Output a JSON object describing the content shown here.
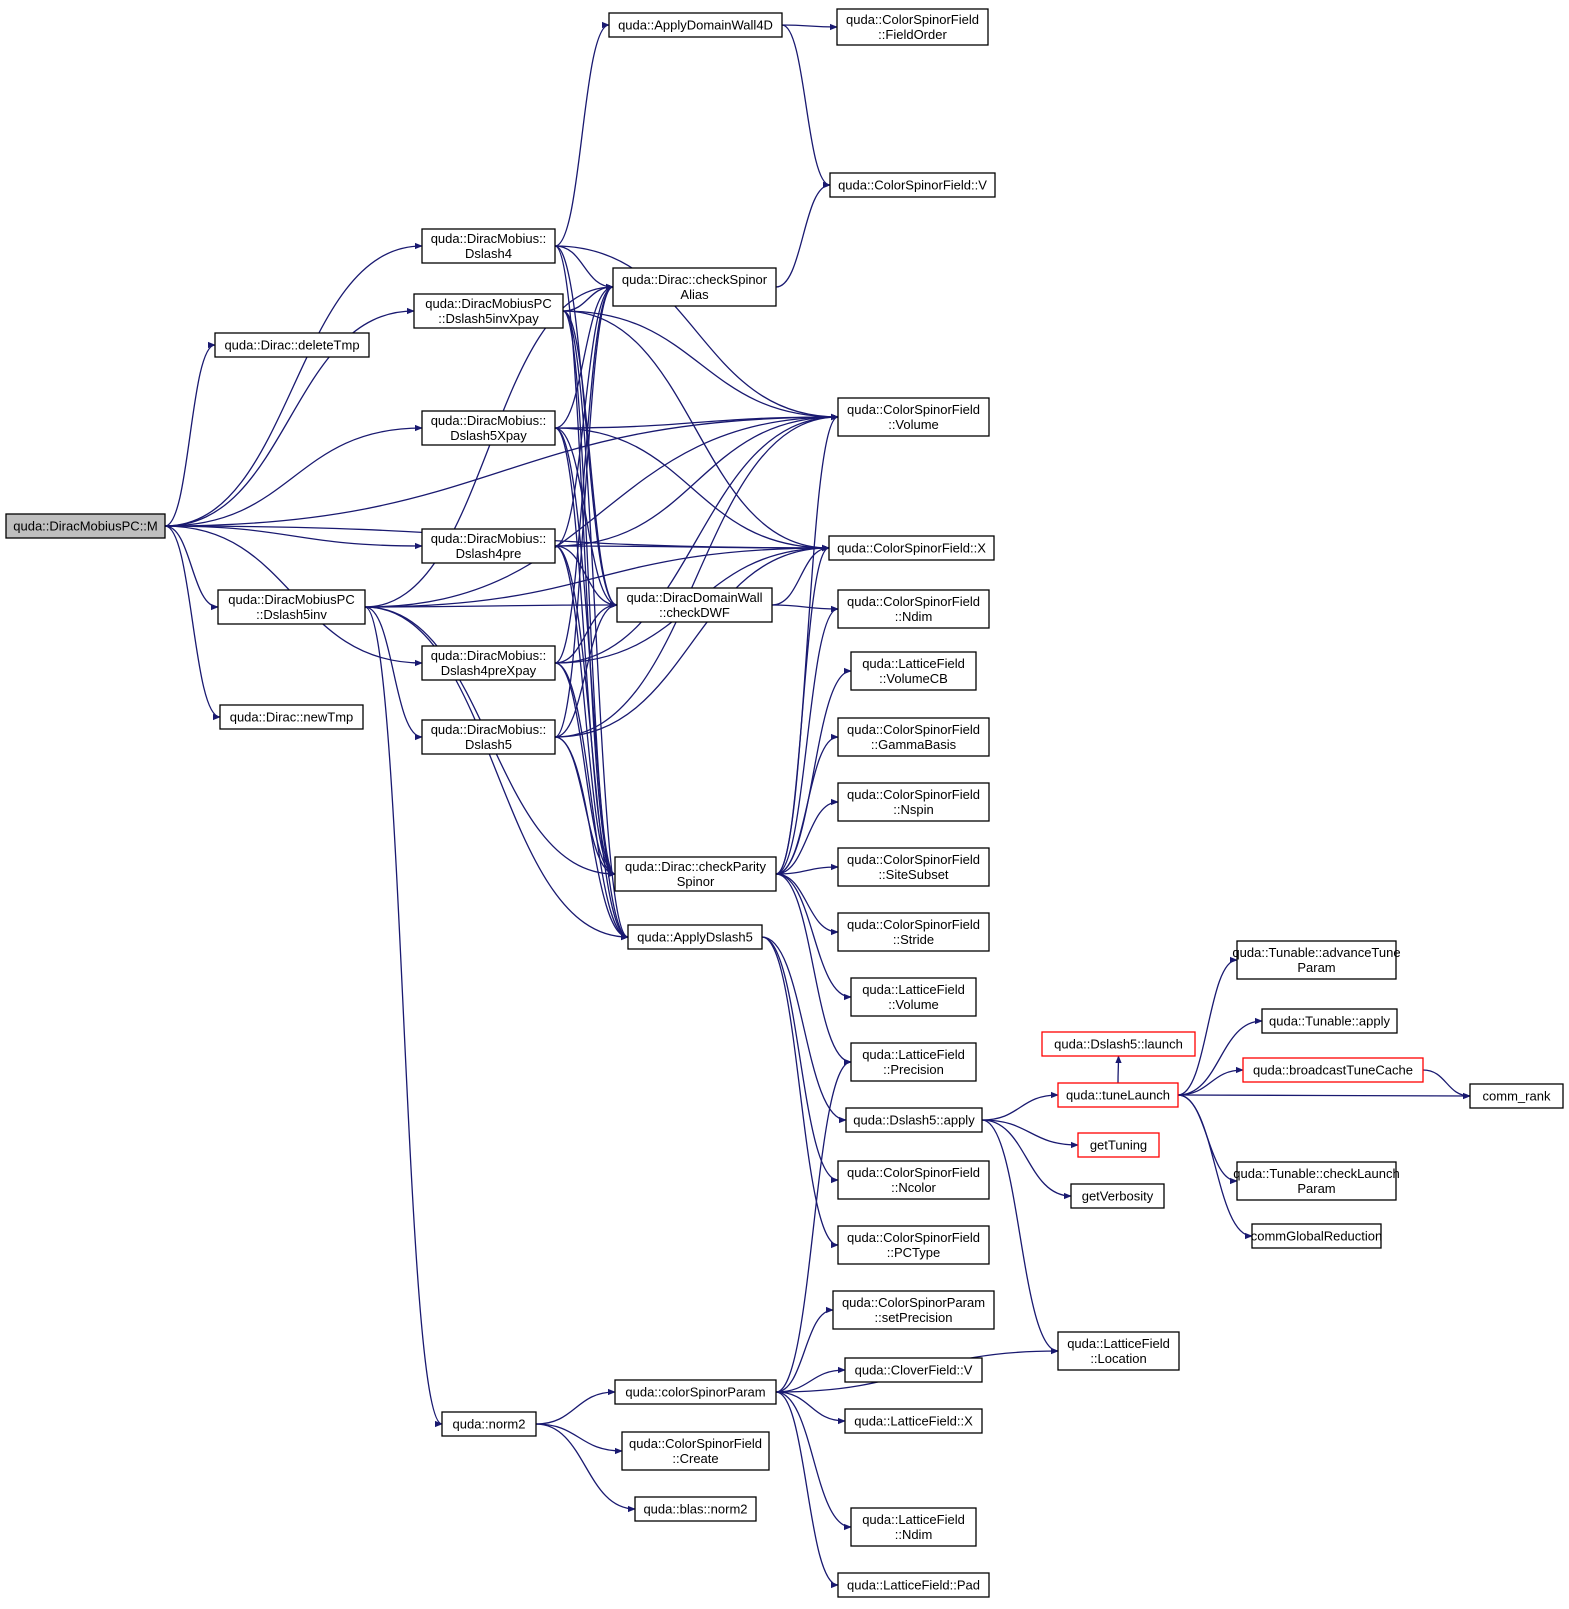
{
  "graph": {
    "colors": {
      "edge": "#191970",
      "root_fill": "#bfbfbf",
      "truncated_border": "#ff0000",
      "node_border": "#000000"
    },
    "nodes": [
      {
        "id": "M",
        "lines": [
          "quda::DiracMobiusPC::M"
        ],
        "kind": "root"
      },
      {
        "id": "deleteTmp",
        "lines": [
          "quda::Dirac::deleteTmp"
        ]
      },
      {
        "id": "newTmp",
        "lines": [
          "quda::Dirac::newTmp"
        ]
      },
      {
        "id": "Dslash4",
        "lines": [
          "quda::DiracMobius::",
          "Dslash4"
        ]
      },
      {
        "id": "Dslash5invXpay",
        "lines": [
          "quda::DiracMobiusPC",
          "::Dslash5invXpay"
        ]
      },
      {
        "id": "Dslash5Xpay",
        "lines": [
          "quda::DiracMobius::",
          "Dslash5Xpay"
        ]
      },
      {
        "id": "Dslash4pre",
        "lines": [
          "quda::DiracMobius::",
          "Dslash4pre"
        ]
      },
      {
        "id": "Dslash5inv",
        "lines": [
          "quda::DiracMobiusPC",
          "::Dslash5inv"
        ]
      },
      {
        "id": "Dslash4preXpay",
        "lines": [
          "quda::DiracMobius::",
          "Dslash4preXpay"
        ]
      },
      {
        "id": "Dslash5",
        "lines": [
          "quda::DiracMobius::",
          "Dslash5"
        ]
      },
      {
        "id": "ApplyDW4D",
        "lines": [
          "quda::ApplyDomainWall4D"
        ]
      },
      {
        "id": "checkSpinorAlias",
        "lines": [
          "quda::Dirac::checkSpinor",
          "Alias"
        ]
      },
      {
        "id": "checkDWF",
        "lines": [
          "quda::DiracDomainWall",
          "::checkDWF"
        ]
      },
      {
        "id": "checkParitySpinor",
        "lines": [
          "quda::Dirac::checkParity",
          "Spinor"
        ]
      },
      {
        "id": "ApplyDslash5",
        "lines": [
          "quda::ApplyDslash5"
        ]
      },
      {
        "id": "norm2",
        "lines": [
          "quda::norm2"
        ]
      },
      {
        "id": "csParam",
        "lines": [
          "quda::colorSpinorParam"
        ]
      },
      {
        "id": "csfCreate",
        "lines": [
          "quda::ColorSpinorField",
          "::Create"
        ]
      },
      {
        "id": "blasNorm2",
        "lines": [
          "quda::blas::norm2"
        ]
      },
      {
        "id": "FieldOrder",
        "lines": [
          "quda::ColorSpinorField",
          "::FieldOrder"
        ]
      },
      {
        "id": "csfV",
        "lines": [
          "quda::ColorSpinorField::V"
        ]
      },
      {
        "id": "csfVolume",
        "lines": [
          "quda::ColorSpinorField",
          "::Volume"
        ]
      },
      {
        "id": "csfX",
        "lines": [
          "quda::ColorSpinorField::X"
        ]
      },
      {
        "id": "csfNdim",
        "lines": [
          "quda::ColorSpinorField",
          "::Ndim"
        ]
      },
      {
        "id": "lfVolumeCB",
        "lines": [
          "quda::LatticeField",
          "::VolumeCB"
        ]
      },
      {
        "id": "GammaBasis",
        "lines": [
          "quda::ColorSpinorField",
          "::GammaBasis"
        ]
      },
      {
        "id": "Nspin",
        "lines": [
          "quda::ColorSpinorField",
          "::Nspin"
        ]
      },
      {
        "id": "SiteSubset",
        "lines": [
          "quda::ColorSpinorField",
          "::SiteSubset"
        ]
      },
      {
        "id": "Stride",
        "lines": [
          "quda::ColorSpinorField",
          "::Stride"
        ]
      },
      {
        "id": "lfVolume",
        "lines": [
          "quda::LatticeField",
          "::Volume"
        ]
      },
      {
        "id": "lfPrecision",
        "lines": [
          "quda::LatticeField",
          "::Precision"
        ]
      },
      {
        "id": "d5apply",
        "lines": [
          "quda::Dslash5::apply"
        ]
      },
      {
        "id": "Ncolor",
        "lines": [
          "quda::ColorSpinorField",
          "::Ncolor"
        ]
      },
      {
        "id": "PCType",
        "lines": [
          "quda::ColorSpinorField",
          "::PCType"
        ]
      },
      {
        "id": "setPrecision",
        "lines": [
          "quda::ColorSpinorParam",
          "::setPrecision"
        ]
      },
      {
        "id": "cloverV",
        "lines": [
          "quda::CloverField::V"
        ]
      },
      {
        "id": "lfX",
        "lines": [
          "quda::LatticeField::X"
        ]
      },
      {
        "id": "lfNdim",
        "lines": [
          "quda::LatticeField",
          "::Ndim"
        ]
      },
      {
        "id": "lfPad",
        "lines": [
          "quda::LatticeField::Pad"
        ]
      },
      {
        "id": "d5launch",
        "lines": [
          "quda::Dslash5::launch"
        ],
        "kind": "trunc"
      },
      {
        "id": "tuneLaunch",
        "lines": [
          "quda::tuneLaunch"
        ],
        "kind": "trunc"
      },
      {
        "id": "getTuning",
        "lines": [
          "getTuning"
        ],
        "kind": "trunc"
      },
      {
        "id": "getVerbosity",
        "lines": [
          "getVerbosity"
        ]
      },
      {
        "id": "lfLocation",
        "lines": [
          "quda::LatticeField",
          "::Location"
        ]
      },
      {
        "id": "advanceTune",
        "lines": [
          "quda::Tunable::advanceTune",
          "Param"
        ]
      },
      {
        "id": "tunableApply",
        "lines": [
          "quda::Tunable::apply"
        ]
      },
      {
        "id": "broadcastTune",
        "lines": [
          "quda::broadcastTuneCache"
        ],
        "kind": "trunc"
      },
      {
        "id": "commRank",
        "lines": [
          "comm_rank"
        ]
      },
      {
        "id": "checkLaunch",
        "lines": [
          "quda::Tunable::checkLaunch",
          "Param"
        ]
      },
      {
        "id": "commGlobal",
        "lines": [
          "commGlobalReduction"
        ]
      }
    ],
    "edges": [
      [
        "M",
        "deleteTmp"
      ],
      [
        "M",
        "newTmp"
      ],
      [
        "M",
        "Dslash4"
      ],
      [
        "M",
        "Dslash5invXpay"
      ],
      [
        "M",
        "Dslash5Xpay"
      ],
      [
        "M",
        "Dslash4pre"
      ],
      [
        "M",
        "Dslash5inv"
      ],
      [
        "M",
        "Dslash4preXpay"
      ],
      [
        "M",
        "csfVolume"
      ],
      [
        "M",
        "csfX"
      ],
      [
        "Dslash4",
        "ApplyDW4D"
      ],
      [
        "Dslash4",
        "checkSpinorAlias"
      ],
      [
        "Dslash4",
        "checkDWF"
      ],
      [
        "Dslash4",
        "checkParitySpinor"
      ],
      [
        "Dslash4",
        "csfVolume"
      ],
      [
        "ApplyDW4D",
        "FieldOrder"
      ],
      [
        "ApplyDW4D",
        "csfV"
      ],
      [
        "checkSpinorAlias",
        "csfV"
      ],
      [
        "Dslash5invXpay",
        "checkSpinorAlias"
      ],
      [
        "Dslash5invXpay",
        "checkDWF"
      ],
      [
        "Dslash5invXpay",
        "checkParitySpinor"
      ],
      [
        "Dslash5invXpay",
        "ApplyDslash5"
      ],
      [
        "Dslash5invXpay",
        "csfX"
      ],
      [
        "Dslash5invXpay",
        "csfVolume"
      ],
      [
        "Dslash5Xpay",
        "checkSpinorAlias"
      ],
      [
        "Dslash5Xpay",
        "checkDWF"
      ],
      [
        "Dslash5Xpay",
        "checkParitySpinor"
      ],
      [
        "Dslash5Xpay",
        "ApplyDslash5"
      ],
      [
        "Dslash5Xpay",
        "csfVolume"
      ],
      [
        "Dslash5Xpay",
        "csfX"
      ],
      [
        "Dslash4pre",
        "checkDWF"
      ],
      [
        "Dslash4pre",
        "checkParitySpinor"
      ],
      [
        "Dslash4pre",
        "ApplyDslash5"
      ],
      [
        "Dslash4pre",
        "csfX"
      ],
      [
        "Dslash4pre",
        "csfVolume"
      ],
      [
        "Dslash4pre",
        "checkSpinorAlias"
      ],
      [
        "Dslash5inv",
        "checkDWF"
      ],
      [
        "Dslash5inv",
        "checkParitySpinor"
      ],
      [
        "Dslash5inv",
        "ApplyDslash5"
      ],
      [
        "Dslash5inv",
        "norm2"
      ],
      [
        "Dslash5inv",
        "Dslash5"
      ],
      [
        "Dslash5inv",
        "checkSpinorAlias"
      ],
      [
        "Dslash5inv",
        "csfVolume"
      ],
      [
        "Dslash5inv",
        "csfX"
      ],
      [
        "Dslash4preXpay",
        "checkDWF"
      ],
      [
        "Dslash4preXpay",
        "checkParitySpinor"
      ],
      [
        "Dslash4preXpay",
        "ApplyDslash5"
      ],
      [
        "Dslash4preXpay",
        "csfX"
      ],
      [
        "Dslash4preXpay",
        "csfVolume"
      ],
      [
        "Dslash4preXpay",
        "checkSpinorAlias"
      ],
      [
        "Dslash5",
        "checkDWF"
      ],
      [
        "Dslash5",
        "checkParitySpinor"
      ],
      [
        "Dslash5",
        "ApplyDslash5"
      ],
      [
        "Dslash5",
        "csfX"
      ],
      [
        "Dslash5",
        "csfVolume"
      ],
      [
        "Dslash5",
        "checkSpinorAlias"
      ],
      [
        "checkDWF",
        "csfX"
      ],
      [
        "checkDWF",
        "csfNdim"
      ],
      [
        "checkParitySpinor",
        "csfVolume"
      ],
      [
        "checkParitySpinor",
        "csfX"
      ],
      [
        "checkParitySpinor",
        "csfNdim"
      ],
      [
        "checkParitySpinor",
        "lfVolumeCB"
      ],
      [
        "checkParitySpinor",
        "GammaBasis"
      ],
      [
        "checkParitySpinor",
        "Nspin"
      ],
      [
        "checkParitySpinor",
        "SiteSubset"
      ],
      [
        "checkParitySpinor",
        "Stride"
      ],
      [
        "checkParitySpinor",
        "lfVolume"
      ],
      [
        "checkParitySpinor",
        "lfPrecision"
      ],
      [
        "ApplyDslash5",
        "d5apply"
      ],
      [
        "ApplyDslash5",
        "Ncolor"
      ],
      [
        "ApplyDslash5",
        "PCType"
      ],
      [
        "d5apply",
        "tuneLaunch"
      ],
      [
        "d5apply",
        "getTuning"
      ],
      [
        "d5apply",
        "getVerbosity"
      ],
      [
        "d5apply",
        "lfLocation"
      ],
      [
        "tuneLaunch",
        "d5launch"
      ],
      [
        "tuneLaunch",
        "advanceTune"
      ],
      [
        "tuneLaunch",
        "tunableApply"
      ],
      [
        "tuneLaunch",
        "broadcastTune"
      ],
      [
        "tuneLaunch",
        "commRank"
      ],
      [
        "tuneLaunch",
        "checkLaunch"
      ],
      [
        "tuneLaunch",
        "commGlobal"
      ],
      [
        "broadcastTune",
        "commRank"
      ],
      [
        "norm2",
        "csParam"
      ],
      [
        "norm2",
        "csfCreate"
      ],
      [
        "norm2",
        "blasNorm2"
      ],
      [
        "csParam",
        "setPrecision"
      ],
      [
        "csParam",
        "cloverV"
      ],
      [
        "csParam",
        "lfX"
      ],
      [
        "csParam",
        "lfNdim"
      ],
      [
        "csParam",
        "lfPad"
      ],
      [
        "csParam",
        "lfPrecision"
      ],
      [
        "csParam",
        "lfLocation"
      ]
    ]
  }
}
